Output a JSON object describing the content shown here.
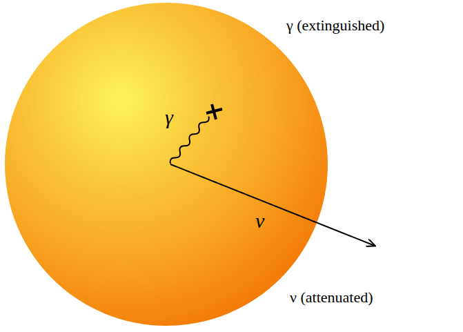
{
  "diagram": {
    "labels": [
      "γ (extinguished)",
      "γ",
      "ν",
      "ν (attenuated)"
    ]
  }
}
